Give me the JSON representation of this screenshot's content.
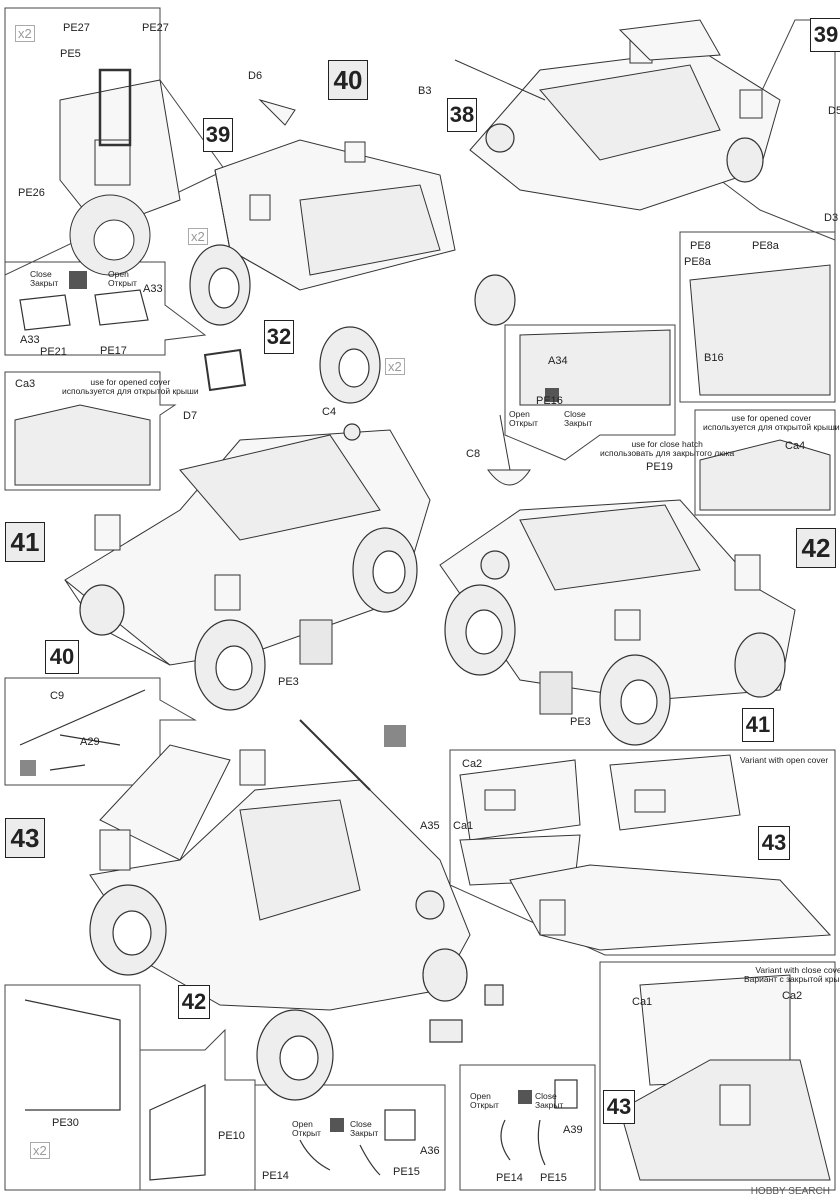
{
  "steps": {
    "s39_top": "39",
    "s40": "40",
    "s39": "39",
    "s38": "38",
    "s32": "32",
    "s41": "41",
    "s40b": "40",
    "s42": "42",
    "s41b": "41",
    "s43": "43",
    "s42b": "42",
    "s43b": "43",
    "s43c": "43"
  },
  "multipliers": {
    "x2": "x2"
  },
  "parts": {
    "pe27a": "PE27",
    "pe27b": "PE27",
    "pe5": "PE5",
    "pe26": "PE26",
    "d6": "D6",
    "b3": "B3",
    "d5": "D5",
    "d3": "D3",
    "pe8": "PE8",
    "pe8a": "PE8a",
    "pe8a2": "PE8a",
    "b16": "B16",
    "a33a": "A33",
    "a33b": "A33",
    "pe21": "PE21",
    "pe17": "PE17",
    "ca3": "Ca3",
    "d7": "D7",
    "c4": "C4",
    "c8": "C8",
    "a34": "A34",
    "pe16": "PE16",
    "pe19": "PE19",
    "ca4": "Ca4",
    "pe3a": "PE3",
    "pe3b": "PE3",
    "c9": "C9",
    "a29": "A29",
    "a35": "A35",
    "ca2": "Ca2",
    "ca1": "Ca1",
    "ca1b": "Ca1",
    "ca2b": "Ca2",
    "pe30": "PE30",
    "pe10": "PE10",
    "pe14": "PE14",
    "pe15": "PE15",
    "a36": "A36",
    "pe14b": "PE14",
    "pe15b": "PE15",
    "a39": "A39"
  },
  "notes": {
    "close_en": "Close",
    "close_ru": "Закрыт",
    "open_en": "Open",
    "open_ru": "Открыт",
    "opened_cover_en": "use for opened cover",
    "opened_cover_ru": "используется для открытой крыши",
    "close_hatch_en": "use for close hatch",
    "close_hatch_ru": "использовать для закрытого люка",
    "variant_open": "Variant with open cover",
    "variant_close_en": "Variant with close cover",
    "variant_close_ru": "Вариант с закрытой крышей"
  },
  "watermark": "HOBBY SEARCH"
}
